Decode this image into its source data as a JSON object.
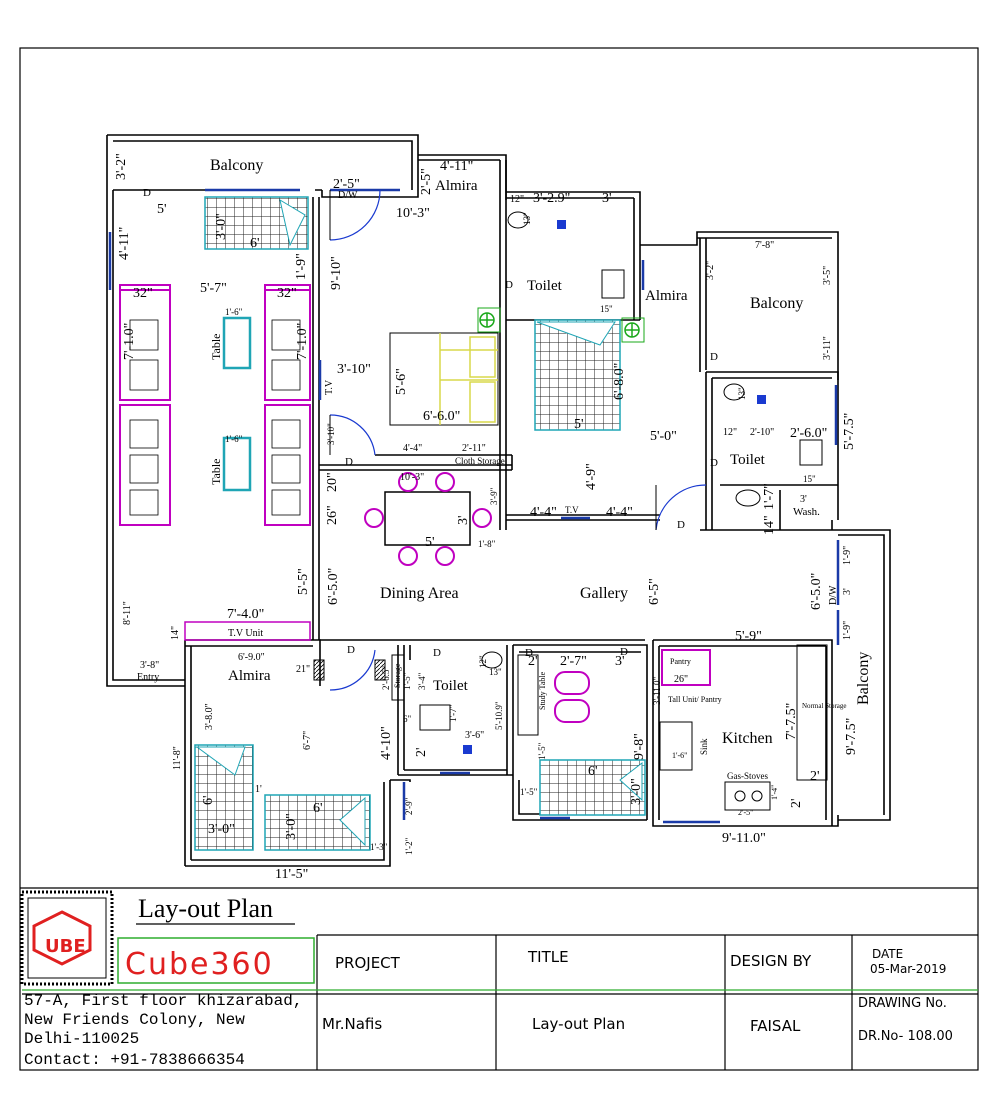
{
  "rooms": {
    "balcony_top": "Balcony",
    "almira_top": "Almira",
    "toilet_top": "Toilet",
    "almira_mid": "Almira",
    "balcony_right_top": "Balcony",
    "toilet_right": "Toilet",
    "dining_area": "Dining Area",
    "gallery": "Gallery",
    "entry": "Entry",
    "almira_bottom": "Almira",
    "toilet_bottom": "Toilet",
    "kitchen": "Kitchen",
    "balcony_right": "Balcony",
    "wash": "Wash.",
    "tv_unit": "T.V Unit",
    "tv_small": "T.V",
    "tv_vertical": "T.V",
    "cloth_storage": "Cloth Storage",
    "table_1": "Table",
    "table_2": "Table",
    "storage": "Storage",
    "study_table": "Study Table",
    "pantry": "Pantry",
    "tall_unit": "Tall Unit/ Pantry",
    "normal_storage": "Normal Storage",
    "sink": "Sink",
    "gas_stoves": "Gas-Stoves",
    "dw_1": "D/W",
    "dw_2": "D/W"
  },
  "dims": {
    "d_3_2": "3'-2\"",
    "d_4_11_top": "4'-11\"",
    "d_2_5_v": "2'-5\"",
    "d_2_5_h": "2'-5\"",
    "d_5": "5'",
    "d_3_0": "3'-0\"",
    "d_6": "6'",
    "d_4_11_left": "4'-11\"",
    "d_10_3": "10'-3\"",
    "d_12": "12\"",
    "d_3_2_9": "3'-2.9\"",
    "d_3_top": "3'",
    "d_13": "13\"",
    "d_9_10": "9'-10\"",
    "d_1_9": "1'-9\"",
    "d_5_7": "5'-7\"",
    "d_32a": "32\"",
    "d_32b": "32\"",
    "d_1_6a": "1'-6\"",
    "d_1_6b": "1'-6\"",
    "d_7_1_0a": "7'-1.0\"",
    "d_7_1_0b": "7'-1.0\"",
    "d_3_10": "3'-10\"",
    "d_5_6": "5'-6\"",
    "d_6_6_0": "6'-6.0\"",
    "d_3_10v": "3'-10\"",
    "d_4_4_top": "4'-4\"",
    "d_2_11": "2'-11\"",
    "d_10_3b": "10'-3\"",
    "d_20": "20\"",
    "d_26": "26\"",
    "d_5b": "5'",
    "d_3b": "3'",
    "d_1_8": "1'-8\"",
    "d_3_9": "3'-9\"",
    "d_5_5": "5'-5\"",
    "d_6_5_0": "6'-5.0\"",
    "d_8_11": "8'-11\"",
    "d_7_4_0": "7'-4.0\"",
    "d_14": "14\"",
    "d_3_8": "3'-8\"",
    "d_6_9_0": "6'-9.0\"",
    "d_21": "21\"",
    "d_6_8_0": "6'-8.0\"",
    "d_5_0": "5'-0\"",
    "d_4_9": "4'-9\"",
    "d_4_4a": "4'-4\"",
    "d_4_4b": "4'-4\"",
    "d_5_bed": "5'",
    "d_7_8": "7'-8\"",
    "d_3_11": "3'-11\"",
    "d_3_2r": "3'-2\"",
    "d_3_5r": "3'-5\"",
    "d_2_10": "2'-10\"",
    "d_2_6_0": "2'-6.0\"",
    "d_5_7_5": "5'-7.5\"",
    "d_12b": "12\"",
    "d_13b": "13\"",
    "d_15": "15\"",
    "d_15b": "15\"",
    "d_1_7": "1'-7\"",
    "d_14b": "14\"",
    "d_3w": "3'",
    "d_6_5": "6'-5\"",
    "d_6_5_0b": "6'-5.0\"",
    "d_1_9b": "1'-9\"",
    "d_3r": "3'",
    "d_1_9c": "1'-9\"",
    "d_5_9": "5'-9\"",
    "d_2_7": "2'-7\"",
    "d_2": "2'",
    "d_3c": "3'",
    "d_26b": "26\"",
    "d_3_11_0": "3'-11.0\"",
    "d_7_7_5": "7'-7.5\"",
    "d_9_7_5": "9'-7.5\"",
    "d_2a": "2'",
    "d_2b": "2'",
    "d_9_11_0": "9'-11.0\"",
    "d_11_8": "11'-8\"",
    "d_3_8_0": "3'-8.0\"",
    "d_6_7": "6'-7\"",
    "d_6bed": "6'",
    "d_6bed2": "6'",
    "d_3_0bed": "3'-0\"",
    "d_3_0bed2": "3'-0\"",
    "d_1_3": "1'-3\"",
    "d_1_bed": "1'",
    "d_11_5": "11'-5\"",
    "d_4_10": "4'-10\"",
    "d_2_6_5": "2'-6.5\"",
    "d_1_5": "1'-5\"",
    "d_3_4": "3'-4\"",
    "d_1_7b": "1'-7\"",
    "d_5_10_9": "5'-10.9\"",
    "d_3_6": "3'-6\"",
    "d_2t": "2'",
    "d_6t": "6\"",
    "d_12c": "12\"",
    "d_13c": "13\"",
    "d_2_9": "2'-9\"",
    "d_1_2": "1'-2\"",
    "d_9_8": "9'-8\"",
    "d_3_0s": "3'-0\"",
    "d_6s": "6'",
    "d_1_5s": "1'-5\"",
    "d_1_5s2": "1'-5\"",
    "d_1_6k": "1'-6\"",
    "d_2_5k": "2'-5\"",
    "d_1_4k": "1'-4\""
  },
  "title_block": {
    "layout_title": "Lay-out Plan",
    "logo_text": "UBE",
    "company": "Cube360",
    "address": [
      "57-A, First floor khizarabad,",
      "New Friends Colony, New",
      "Delhi-110025",
      "Contact:  +91-7838666354"
    ],
    "project_label": "PROJECT",
    "project_value": "Mr.Nafis",
    "title_label": "TITLE",
    "title_value": "Lay-out Plan",
    "design_label": "DESIGN BY",
    "design_value": "FAISAL",
    "date_label": "DATE",
    "date_value": "05-Mar-2019",
    "drawing_label": "DRAWING No.",
    "drawing_value": "DR.No-  108.00"
  },
  "colors": {
    "wall": "#000000",
    "window": "#1a3aa8",
    "furniture_magenta": "#c000c0",
    "furniture_cyan": "#1fa5b5",
    "bed_yellow": "#d8d84a",
    "fixture_green": "#1aa81a",
    "border_green": "#2fae2f",
    "brand_red": "#e02020",
    "door_blue": "#1a3ad0"
  }
}
